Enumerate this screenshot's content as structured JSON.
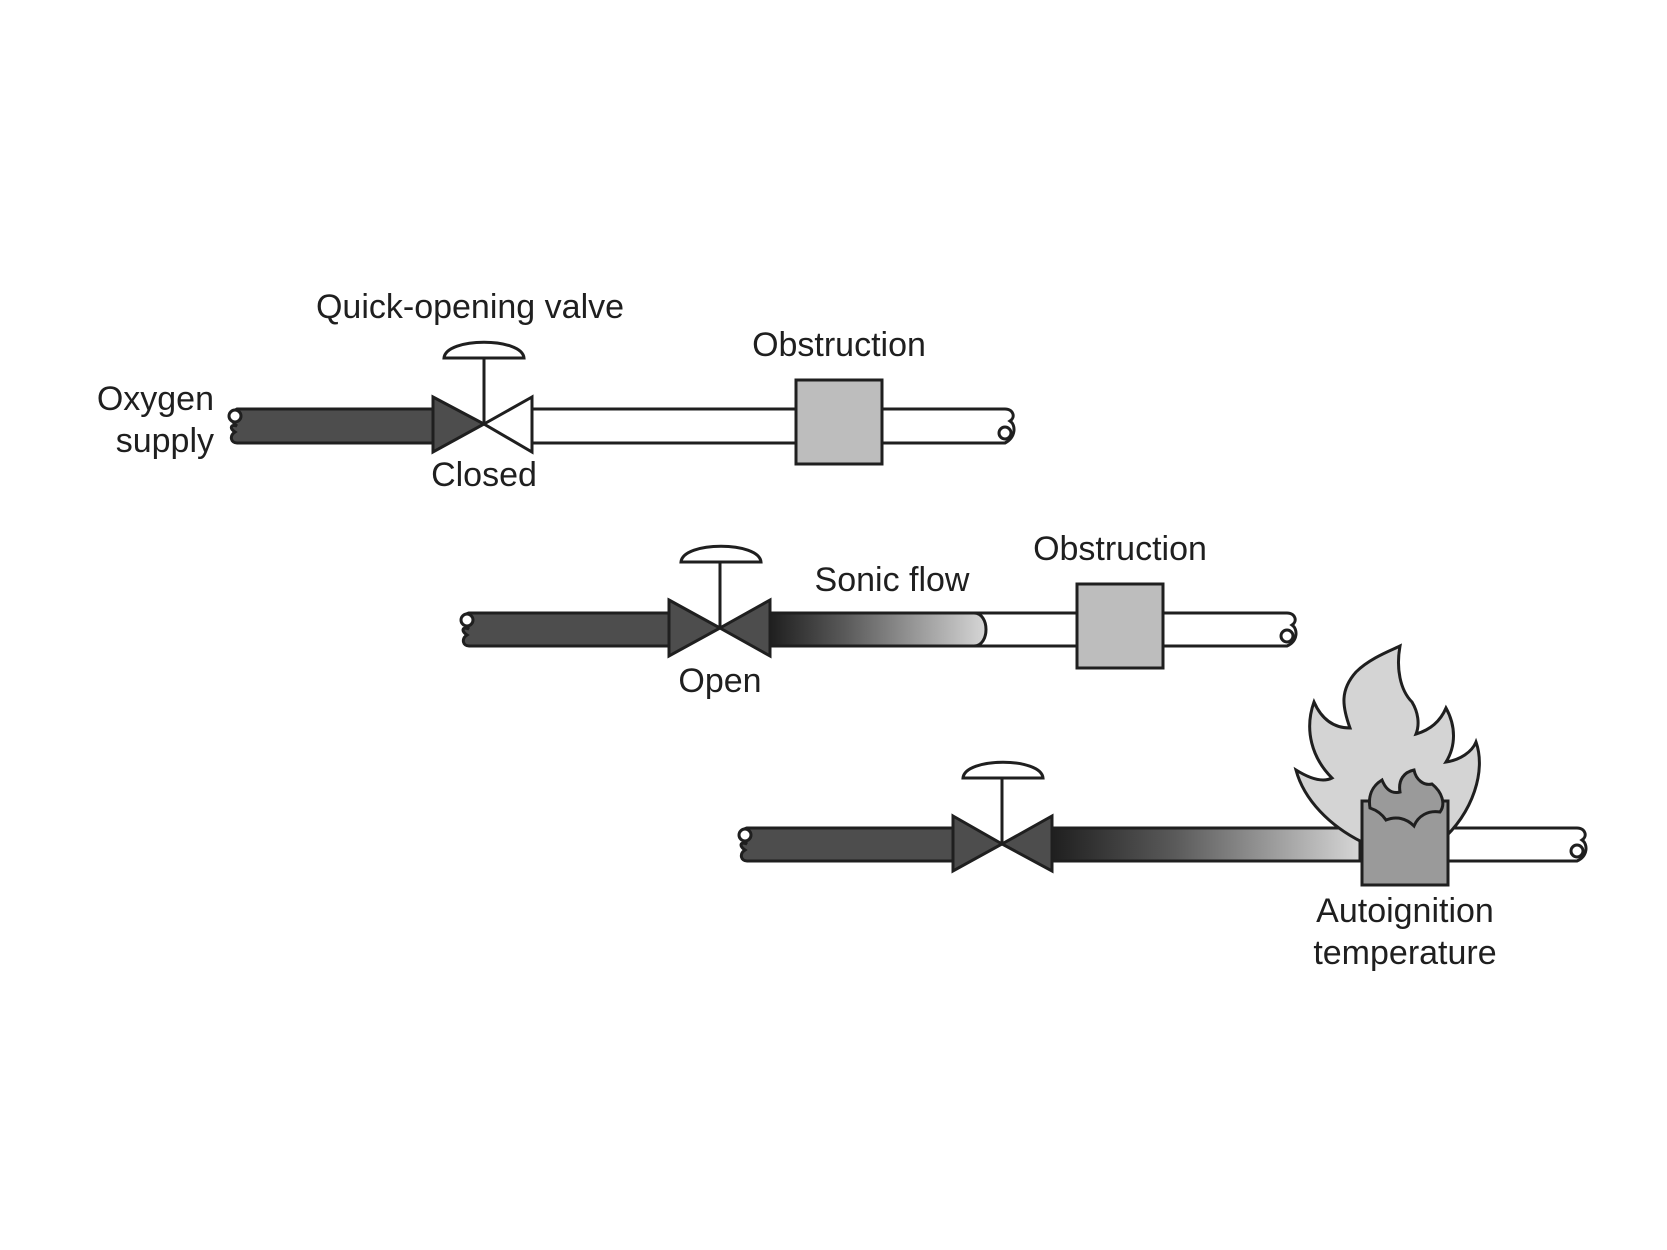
{
  "labels": {
    "valve_title": "Quick-opening valve",
    "supply_line1": "Oxygen",
    "supply_line2": "supply",
    "closed": "Closed",
    "obstruction_1": "Obstruction",
    "obstruction_2": "Obstruction",
    "open": "Open",
    "sonic_flow": "Sonic flow",
    "autoignition_line1": "Autoignition",
    "autoignition_line2": "temperature"
  },
  "colors": {
    "oxygen_fill": "#4d4d4d",
    "obstruction_fill": "#bdbdbd",
    "hot_obstruction_fill": "#9a9a9a",
    "flame_fill": "#d4d4d4",
    "outline": "#1f1f1f",
    "empty_pipe": "#ffffff"
  }
}
